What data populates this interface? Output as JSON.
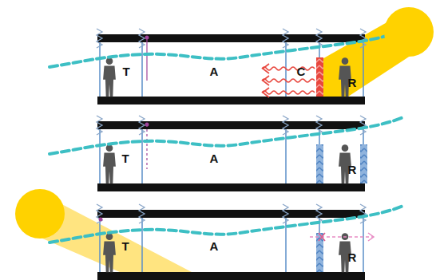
{
  "diagram": {
    "labels": [
      "T",
      "A",
      "C",
      "R",
      "T",
      "A",
      "R",
      "T",
      "A",
      "R"
    ]
  }
}
